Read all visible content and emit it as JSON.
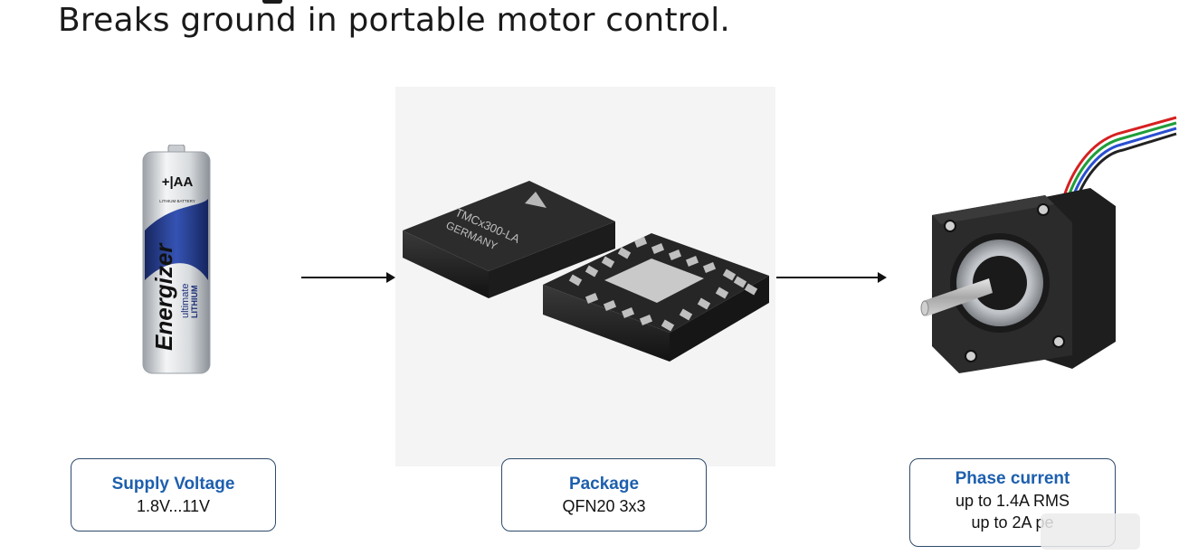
{
  "slide": {
    "subtitle": "Breaks ground in portable motor control."
  },
  "images": {
    "battery": {
      "top_label": "+|AA",
      "small_label": "LITHIUM BATTERY",
      "brand": "Energizer",
      "line1": "ultimate",
      "line2": "LITHIUM"
    },
    "chip": {
      "marking_line1": "TMCx300-LA",
      "marking_line2": "GERMANY"
    },
    "motor": {}
  },
  "cards": {
    "supply": {
      "title": "Supply Voltage",
      "line1": "1.8V...11V"
    },
    "package": {
      "title": "Package",
      "line1": "QFN20 3x3"
    },
    "phase": {
      "title": "Phase current",
      "line1": "up to 1.4A RMS",
      "line2": "up to 2A pe"
    }
  },
  "colors": {
    "card_title": "#1d5fae",
    "card_border": "#2e4a6b",
    "battery_blue": "#1b2f7a",
    "chip_body": "#2a2a2a",
    "wire_red": "#d62020",
    "wire_green": "#1f9e3a",
    "wire_blue": "#2a4fd1"
  }
}
